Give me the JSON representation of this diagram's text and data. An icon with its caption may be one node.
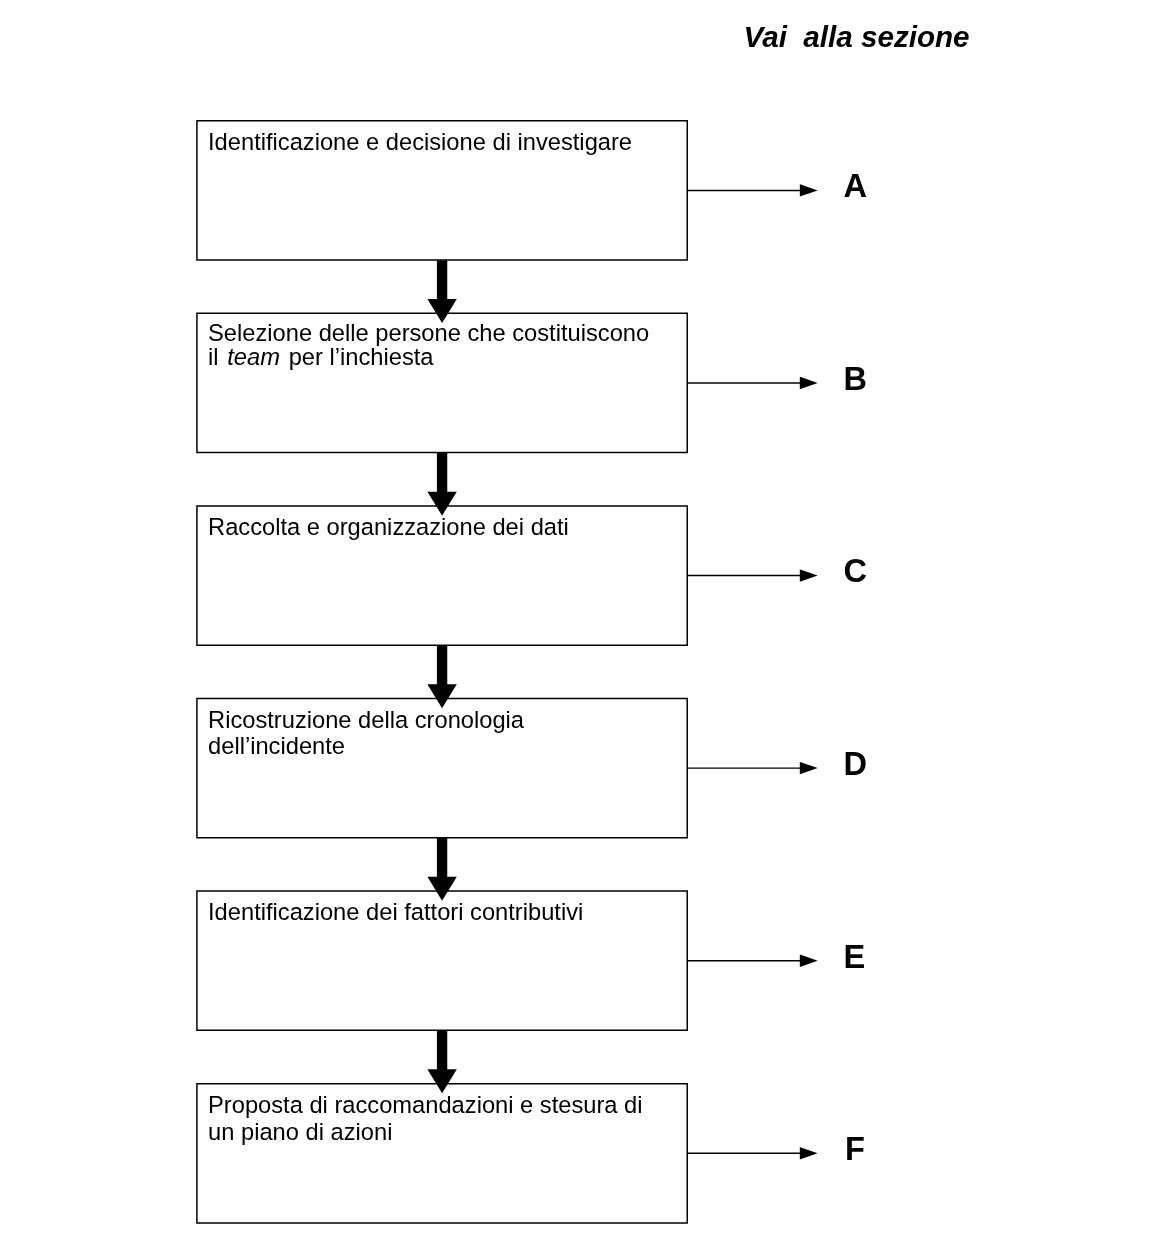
{
  "diagram": {
    "nodes": [
      {
        "text": [
          "Identificazione e decisione di investigare"
        ]
      },
      {
        "text": [
          "Selezione delle persone che costituiscono il *team* per l’inchiesta"
        ]
      },
      {
        "text": [
          "Raccolta e organizzazione dei dati"
        ]
      },
      {
        "text": [
          "Ricostruzione della cronologia dell’incidente"
        ]
      },
      {
        "text": [
          "Identificazione dei fattori contributivi"
        ]
      },
      {
        "text": [
          "Proposta di raccomandazioni e stesura di un piano di azioni"
        ]
      },
      {
        "text": [
          "A"
        ]
      },
      {
        "text": [
          "B"
        ]
      },
      {
        "text": [
          "C"
        ]
      },
      {
        "text": [
          "D"
        ]
      },
      {
        "text": [
          "E"
        ]
      },
      {
        "text": [
          "F"
        ]
      }
    ],
    "edges": [
      {
        "from": 0,
        "to": 1,
        "arrow": "to",
        "style": "thick"
      },
      {
        "from": 1,
        "to": 2,
        "arrow": "to",
        "style": "thick"
      },
      {
        "from": 2,
        "to": 3,
        "arrow": "to",
        "style": "thick"
      },
      {
        "from": 3,
        "to": 4,
        "arrow": "to",
        "style": "thick"
      },
      {
        "from": 4,
        "to": 5,
        "arrow": "to",
        "style": "thick"
      },
      {
        "from": 0,
        "to": 6,
        "arrow": "to"
      },
      {
        "from": 1,
        "to": 7,
        "arrow": "to"
      },
      {
        "from": 2,
        "to": 8,
        "arrow": "to"
      },
      {
        "from": 3,
        "to": 9,
        "arrow": "to"
      },
      {
        "from": 4,
        "to": 10,
        "arrow": "to"
      },
      {
        "from": 5,
        "to": 11,
        "arrow": "to"
      }
    ],
    "labels": [
      "Vai  alla sezione"
    ]
  }
}
